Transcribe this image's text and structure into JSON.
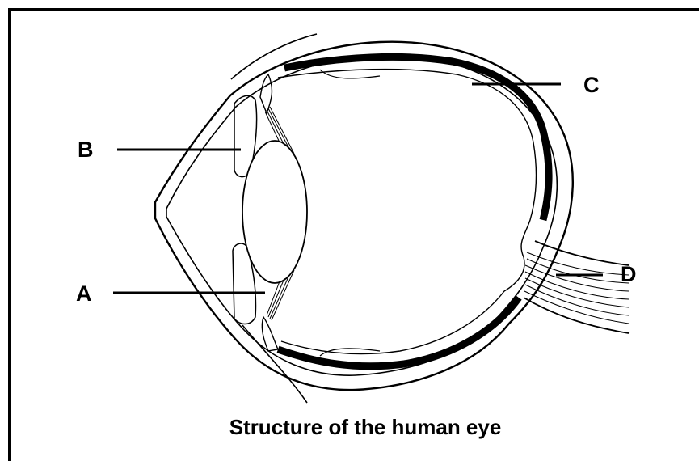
{
  "diagram": {
    "caption": "Structure of the human eye",
    "labels": {
      "a": "A",
      "b": "B",
      "c": "C",
      "d": "D"
    }
  },
  "colors": {
    "ink": "#000000",
    "background": "#ffffff"
  }
}
